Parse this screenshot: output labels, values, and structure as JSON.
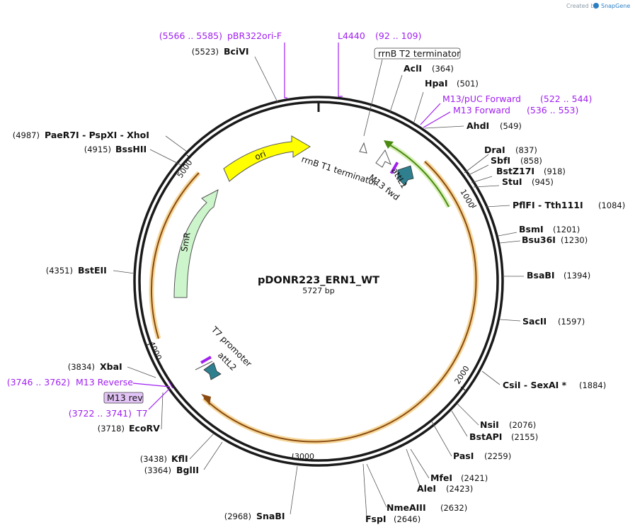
{
  "credit": {
    "prefix": "Created by",
    "brand": "SnapGene"
  },
  "plasmid": {
    "name": "pDONR223_ERN1_WT",
    "size": "5727 bp",
    "length": 5727
  },
  "ticks": [
    "1000",
    "2000",
    "3000",
    "4000",
    "5000"
  ],
  "enzymes": [
    {
      "name": "BciVI",
      "pos": "(5523)"
    },
    {
      "name": "AclI",
      "pos": "(364)"
    },
    {
      "name": "HpaI",
      "pos": "(501)"
    },
    {
      "name": "AhdI",
      "pos": "(549)"
    },
    {
      "name": "DraI",
      "pos": "(837)"
    },
    {
      "name": "SbfI",
      "pos": "(858)"
    },
    {
      "name": "BstZ17I",
      "pos": "(918)"
    },
    {
      "name": "StuI",
      "pos": "(945)"
    },
    {
      "name": "PflFI - Tth111I",
      "pos": "(1084)"
    },
    {
      "name": "BsmI",
      "pos": "(1201)"
    },
    {
      "name": "Bsu36I",
      "pos": "(1230)"
    },
    {
      "name": "BsaBI",
      "pos": "(1394)"
    },
    {
      "name": "SacII",
      "pos": "(1597)"
    },
    {
      "name": "CsiI - SexAI *",
      "pos": "(1884)"
    },
    {
      "name": "NsiI",
      "pos": "(2076)"
    },
    {
      "name": "BstAPI",
      "pos": "(2155)"
    },
    {
      "name": "PasI",
      "pos": "(2259)"
    },
    {
      "name": "MfeI",
      "pos": "(2421)"
    },
    {
      "name": "AleI",
      "pos": "(2423)"
    },
    {
      "name": "NmeAIII",
      "pos": "(2632)"
    },
    {
      "name": "FspI",
      "pos": "(2646)"
    },
    {
      "name": "SnaBI",
      "pos": "(2968)"
    },
    {
      "name": "BglII",
      "pos": "(3364)"
    },
    {
      "name": "KflI",
      "pos": "(3438)"
    },
    {
      "name": "EcoRV",
      "pos": "(3718)"
    },
    {
      "name": "XbaI",
      "pos": "(3834)"
    },
    {
      "name": "BstEII",
      "pos": "(4351)"
    },
    {
      "name": "BssHII",
      "pos": "(4915)"
    },
    {
      "name": "PaeR7I - PspXI - XhoI",
      "pos": "(4987)"
    }
  ],
  "primers": [
    {
      "name": "pBR322ori-F",
      "range": "(5566 .. 5585)"
    },
    {
      "name": "L4440",
      "range": "(92 .. 109)"
    },
    {
      "name": "M13/pUC Forward",
      "range": "(522 .. 544)"
    },
    {
      "name": "M13 Forward",
      "range": "(536 .. 553)"
    },
    {
      "name": "M13 Reverse",
      "range": "(3746 .. 3762)"
    },
    {
      "name": "T7",
      "range": "(3722 .. 3741)"
    },
    {
      "name": "M13 rev",
      "range": ""
    }
  ],
  "features": {
    "rrnB_T2": "rrnB T2 terminator",
    "rrnB_T1": "rrnB T1 terminator",
    "attL1": "attL1",
    "M13fwd": "M13 fwd",
    "T7prom": "T7 promoter",
    "attL2": "attL2",
    "ori": "ori",
    "SmR": "SmR"
  },
  "colors": {
    "backbone": "#1a1a1a",
    "orf": "#e8a93c",
    "ori": "#ffff00",
    "smr": "#ccf5cc",
    "att": "#2f7f8f",
    "primer": "#a020f0",
    "green_feature": "#66bb22"
  }
}
